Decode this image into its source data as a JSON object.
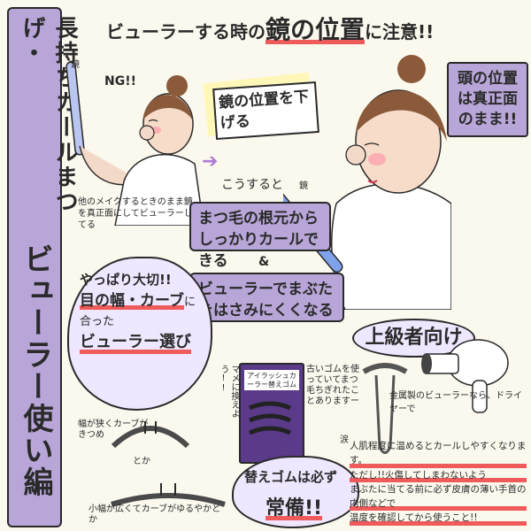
{
  "series_title_top": "長持ちカールまつげ・",
  "series_title_bottom": "ビューラー使い編",
  "heading": {
    "prefix": "ビューラーする時の",
    "emphasis": "鏡の位置",
    "suffix": "に注意!!"
  },
  "left_illustration": {
    "mirror_label": "鏡",
    "ng_label": "NG!!",
    "caption": "他のメイクするときのまま鏡を真正面にしてビューラーしてる"
  },
  "lower_mirror_label": "鏡",
  "callout_lower_mirror": "鏡の位置を下げる",
  "callout_head_position": "頭の位置は真正面のまま!!",
  "arrow_text": "こうすると",
  "purple_box_1": "まつ毛の根元からしっかりカールできる",
  "purple_box_and": "&",
  "purple_box_2": "ビューラーでまぶたをはさみにくくなる",
  "bubble_left": {
    "line1": "やっぱり大切!!",
    "emphasis1": "目の幅・カーブ",
    "line2": "に合った",
    "emphasis2": "ビューラー選び"
  },
  "curler_shapes": {
    "narrow_label": "幅が狭くカーブがきつめ",
    "or_label": "とか",
    "wide_label": "小幅が広くてカーブがゆるやかとか"
  },
  "replacement_pad": {
    "side_note": "マメに換えよう!!",
    "package_text": "アイラッシュカーラー替えゴム",
    "side_note_right": "古いゴムを使っていてまつ毛ちぎれたことありますー",
    "side_note_right_mark": "涙",
    "bubble_line1": "替えゴムは必ず",
    "bubble_line2": "常備!!"
  },
  "advanced_label": "上級者向け",
  "hair_dryer_note": {
    "line1": "金属製のビューラーなら、ドライヤーで",
    "line2": "人肌程度に温めるとカールしやすくなります。",
    "line3": "ただし!!火傷してしまわないよう",
    "line4": "まぶたに当てる前に必ず皮膚の薄い手首の内側などで",
    "line5": "温度を確認してから使うこと!!"
  },
  "colors": {
    "lavender": "#b7a6d7",
    "pink_underline": "#ff7aa8",
    "red_underline": "#ef5b5b",
    "cream": "#fbf8ee",
    "yellow": "#fff7b8"
  }
}
